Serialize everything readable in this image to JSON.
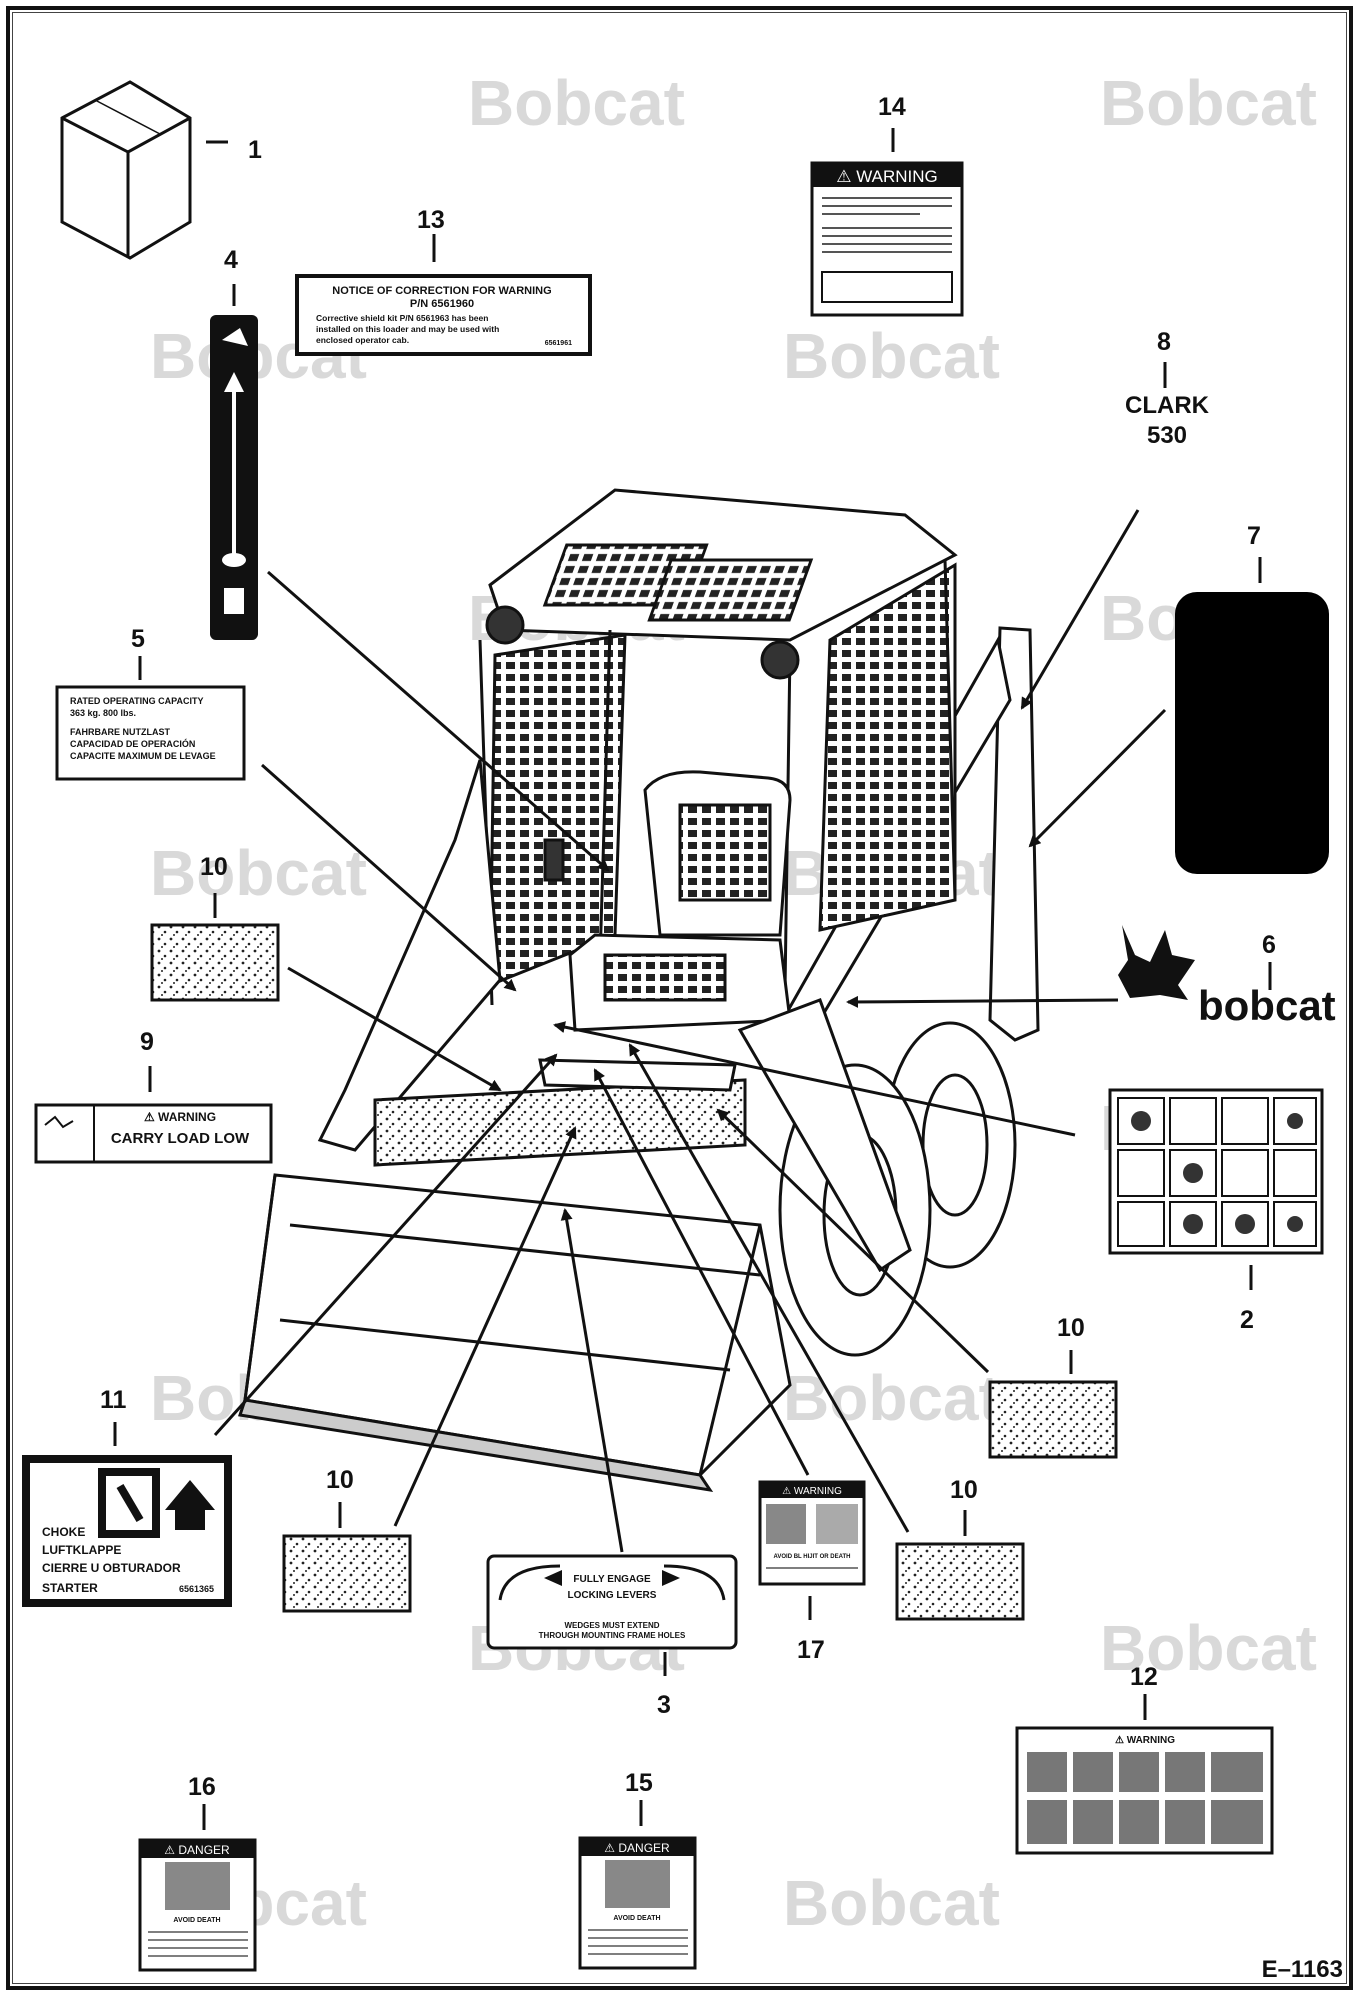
{
  "callouts": [
    {
      "id": "1",
      "label": "1"
    },
    {
      "id": "2",
      "label": "2"
    },
    {
      "id": "3",
      "label": "3"
    },
    {
      "id": "4",
      "label": "4"
    },
    {
      "id": "5",
      "label": "5"
    },
    {
      "id": "6",
      "label": "6"
    },
    {
      "id": "7",
      "label": "7"
    },
    {
      "id": "8",
      "label": "8"
    },
    {
      "id": "9",
      "label": "9"
    },
    {
      "id": "10",
      "label": "10"
    },
    {
      "id": "11",
      "label": "11"
    },
    {
      "id": "12",
      "label": "12"
    },
    {
      "id": "13",
      "label": "13"
    },
    {
      "id": "14",
      "label": "14"
    },
    {
      "id": "15",
      "label": "15"
    },
    {
      "id": "16",
      "label": "16"
    },
    {
      "id": "17",
      "label": "17"
    }
  ],
  "watermark": "Bobcat",
  "decal_8": {
    "line1": "CLARK",
    "line2": "530"
  },
  "decal_6": {
    "logo_text": "bobcat"
  },
  "decal_13": {
    "title": "NOTICE OF CORRECTION FOR WARNING",
    "pn": "P/N 6561960",
    "body1": "Corrective shield kit P/N 6561963 has been",
    "body2": "installed on this loader and may be used with",
    "body3": "enclosed operator cab.",
    "code": "6561961"
  },
  "decal_14": {
    "title": "⚠ WARNING"
  },
  "decal_5": {
    "line1": "RATED OPERATING CAPACITY",
    "line2": "363 kg.        800 lbs.",
    "line3": "FAHRBARE NUTZLAST",
    "line4": "CAPACIDAD DE OPERACIÓN",
    "line5": "CAPACITE MAXIMUM DE LEVAGE"
  },
  "decal_9": {
    "title": "⚠ WARNING",
    "main": "CARRY LOAD LOW"
  },
  "decal_11": {
    "line1": "CHOKE",
    "line2": "LUFTKLAPPE",
    "line3": "CIERRE U OBTURADOR",
    "line4": "STARTER",
    "code": "6561365"
  },
  "decal_3": {
    "line1": "FULLY ENGAGE",
    "line2": "LOCKING LEVERS",
    "line3": "WEDGES MUST EXTEND",
    "line4": "THROUGH MOUNTING FRAME HOLES"
  },
  "decal_17": {
    "title": "⚠ WARNING",
    "body": "AVOID BL HIJIT OR DEATH"
  },
  "decal_12": {
    "title": "⚠ WARNING"
  },
  "decal_16": {
    "title": "⚠ DANGER",
    "body": "AVOID DEATH"
  },
  "decal_15": {
    "title": "⚠ DANGER",
    "body": "AVOID DEATH"
  },
  "figure_id": "E–1163"
}
